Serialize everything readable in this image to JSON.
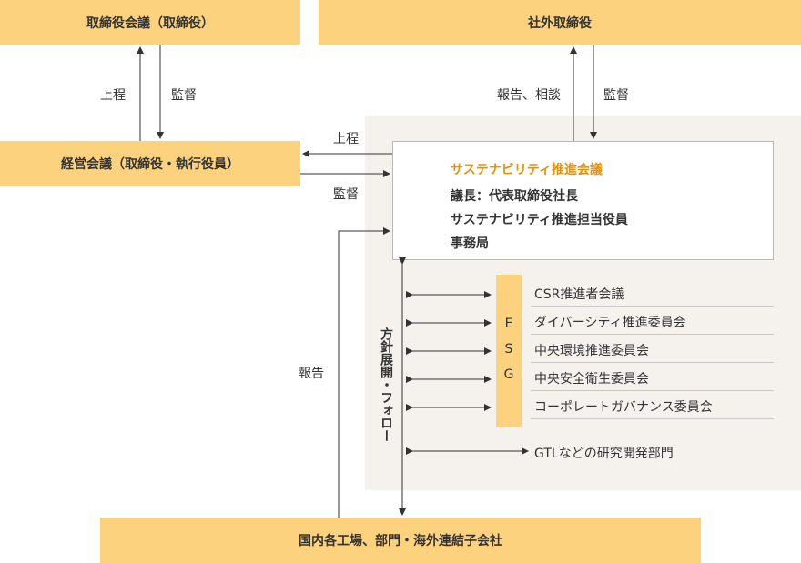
{
  "boxes": {
    "board_meeting": "取締役会議（取締役）",
    "outside_directors": "社外取締役",
    "management_meeting": "経営会議（取締役・執行役員）",
    "domestic": "国内各工場、部門・海外連結子会社"
  },
  "labels": {
    "submit_top": "上程",
    "supervise_top": "監督",
    "report_consult": "報告、相談",
    "supervise_right": "監督",
    "submit_mid": "上程",
    "supervise_mid": "監督",
    "report": "報告",
    "policy": "方針展開・フォロー"
  },
  "council": {
    "title": "サステナビリティ推進会議",
    "lines": [
      "議長：代表取締役社長",
      "サステナビリティ推進担当役員",
      "事務局"
    ]
  },
  "esg": {
    "letters": [
      "E",
      "S",
      "G"
    ]
  },
  "committees": [
    "CSR推進者会議",
    "ダイバーシティ推進委員会",
    "中央環境推進委員会",
    "中央安全衛生委員会",
    "コーポレートガバナンス委員会"
  ],
  "gtl": "GTLなどの研究開発部門",
  "colors": {
    "box": "#fcd27f",
    "panel": "#f5f2ee",
    "accent": "#e8900e"
  }
}
